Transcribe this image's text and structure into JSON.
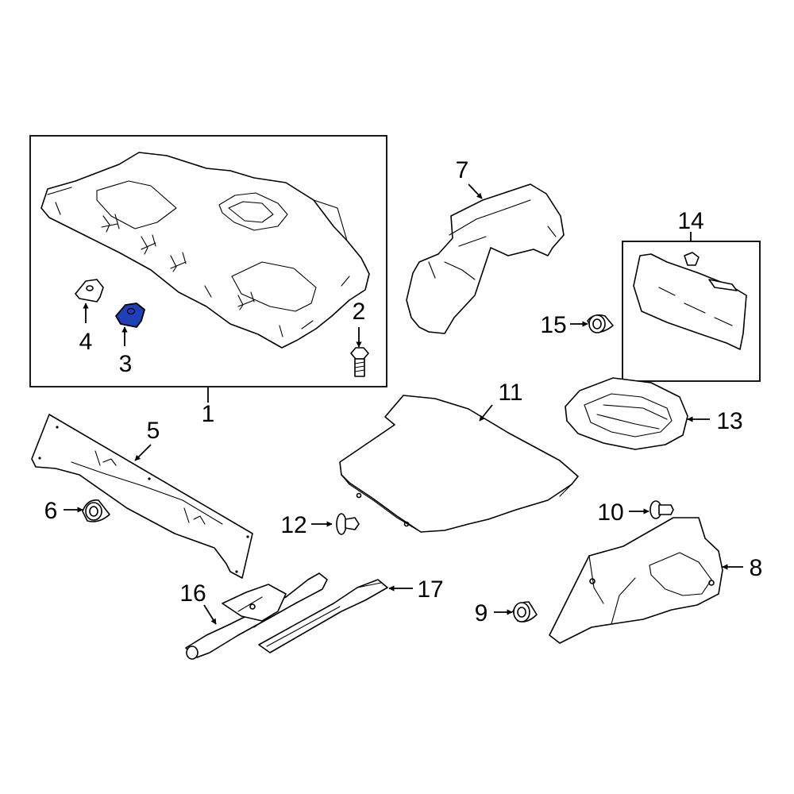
{
  "callouts": {
    "c1": "1",
    "c2": "2",
    "c3": "3",
    "c4": "4",
    "c5": "5",
    "c6": "6",
    "c7": "7",
    "c8": "8",
    "c9": "9",
    "c10": "10",
    "c11": "11",
    "c12": "12",
    "c13": "13",
    "c14": "14",
    "c15": "15",
    "c16": "16",
    "c17": "17"
  },
  "highlight_part": "3",
  "colors": {
    "highlight": "#1f3fb8",
    "line": "#000000",
    "background": "#ffffff"
  }
}
